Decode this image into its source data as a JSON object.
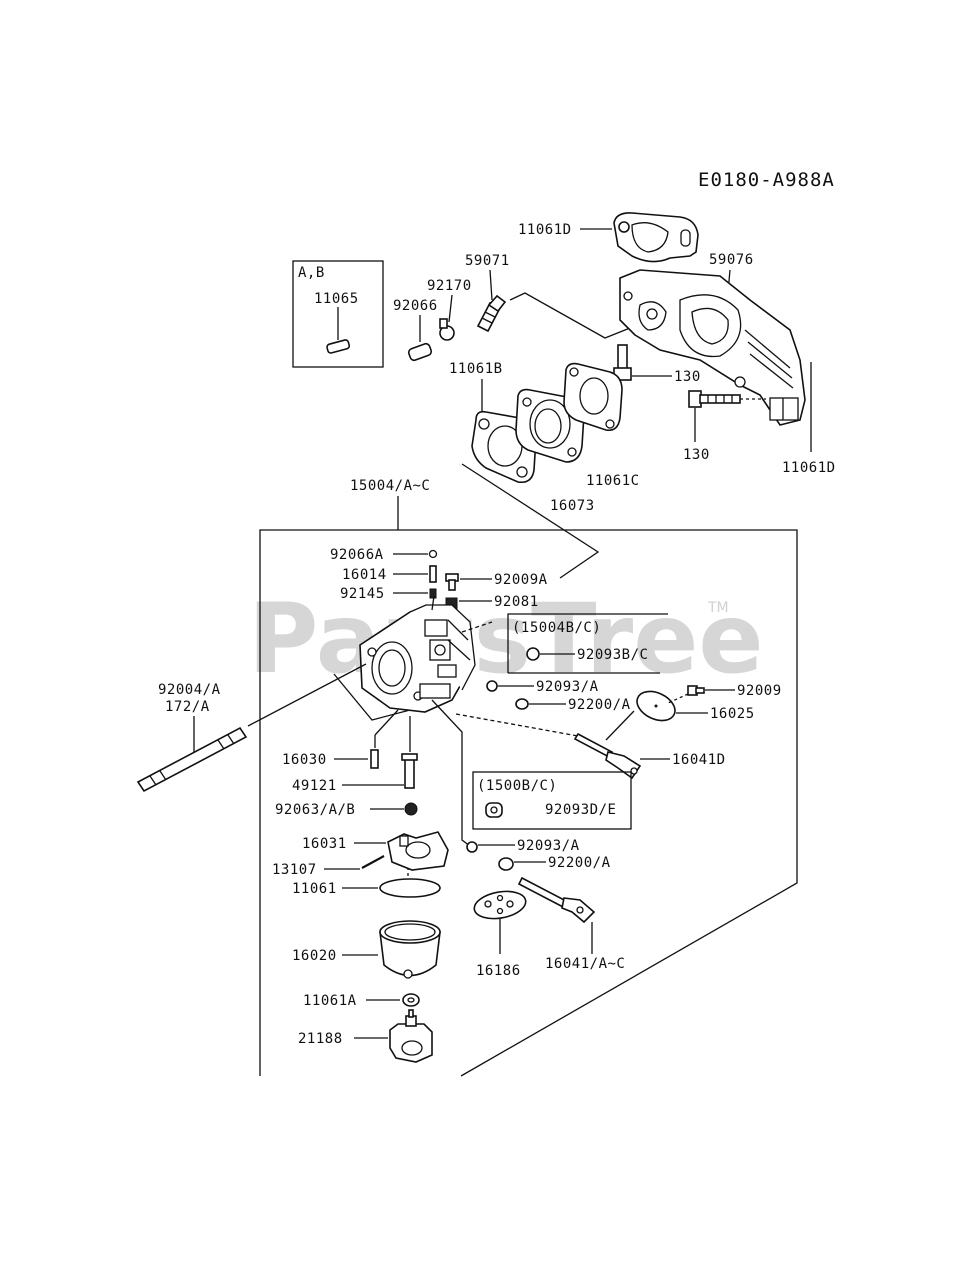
{
  "diagram_code": "E0180-A988A",
  "watermark": "PartsTree",
  "watermark_tm": "TM",
  "kit_box": {
    "header": "A,B",
    "part": "11065"
  },
  "sub_box_1": {
    "header": "(15004B/C)",
    "part": "92093B/C"
  },
  "sub_box_2": {
    "header": "(1500B/C)",
    "part": "92093D/E"
  },
  "labels": {
    "p11061D_top": "11061D",
    "p59071": "59071",
    "p92170": "92170",
    "p92066": "92066",
    "p59076": "59076",
    "p130_a": "130",
    "p130_b": "130",
    "p11061B": "11061B",
    "p11061C": "11061C",
    "p11061D_right": "11061D",
    "p15004": "15004/A~C",
    "p16073": "16073",
    "p92066A": "92066A",
    "p16014": "16014",
    "p92009A": "92009A",
    "p92145": "92145",
    "p92081": "92081",
    "p92004_1": "92004/A",
    "p92004_2": "172/A",
    "p92093A_1": "92093/A",
    "p92200A_1": "92200/A",
    "p92009": "92009",
    "p16025": "16025",
    "p16041D": "16041D",
    "p16030": "16030",
    "p49121": "49121",
    "p92063": "92063/A/B",
    "p16031": "16031",
    "p13107": "13107",
    "p11061": "11061",
    "p92093A_2": "92093/A",
    "p92200A_2": "92200/A",
    "p16020": "16020",
    "p16186": "16186",
    "p16041AC": "16041/A~C",
    "p11061A": "11061A",
    "p21188": "21188"
  }
}
